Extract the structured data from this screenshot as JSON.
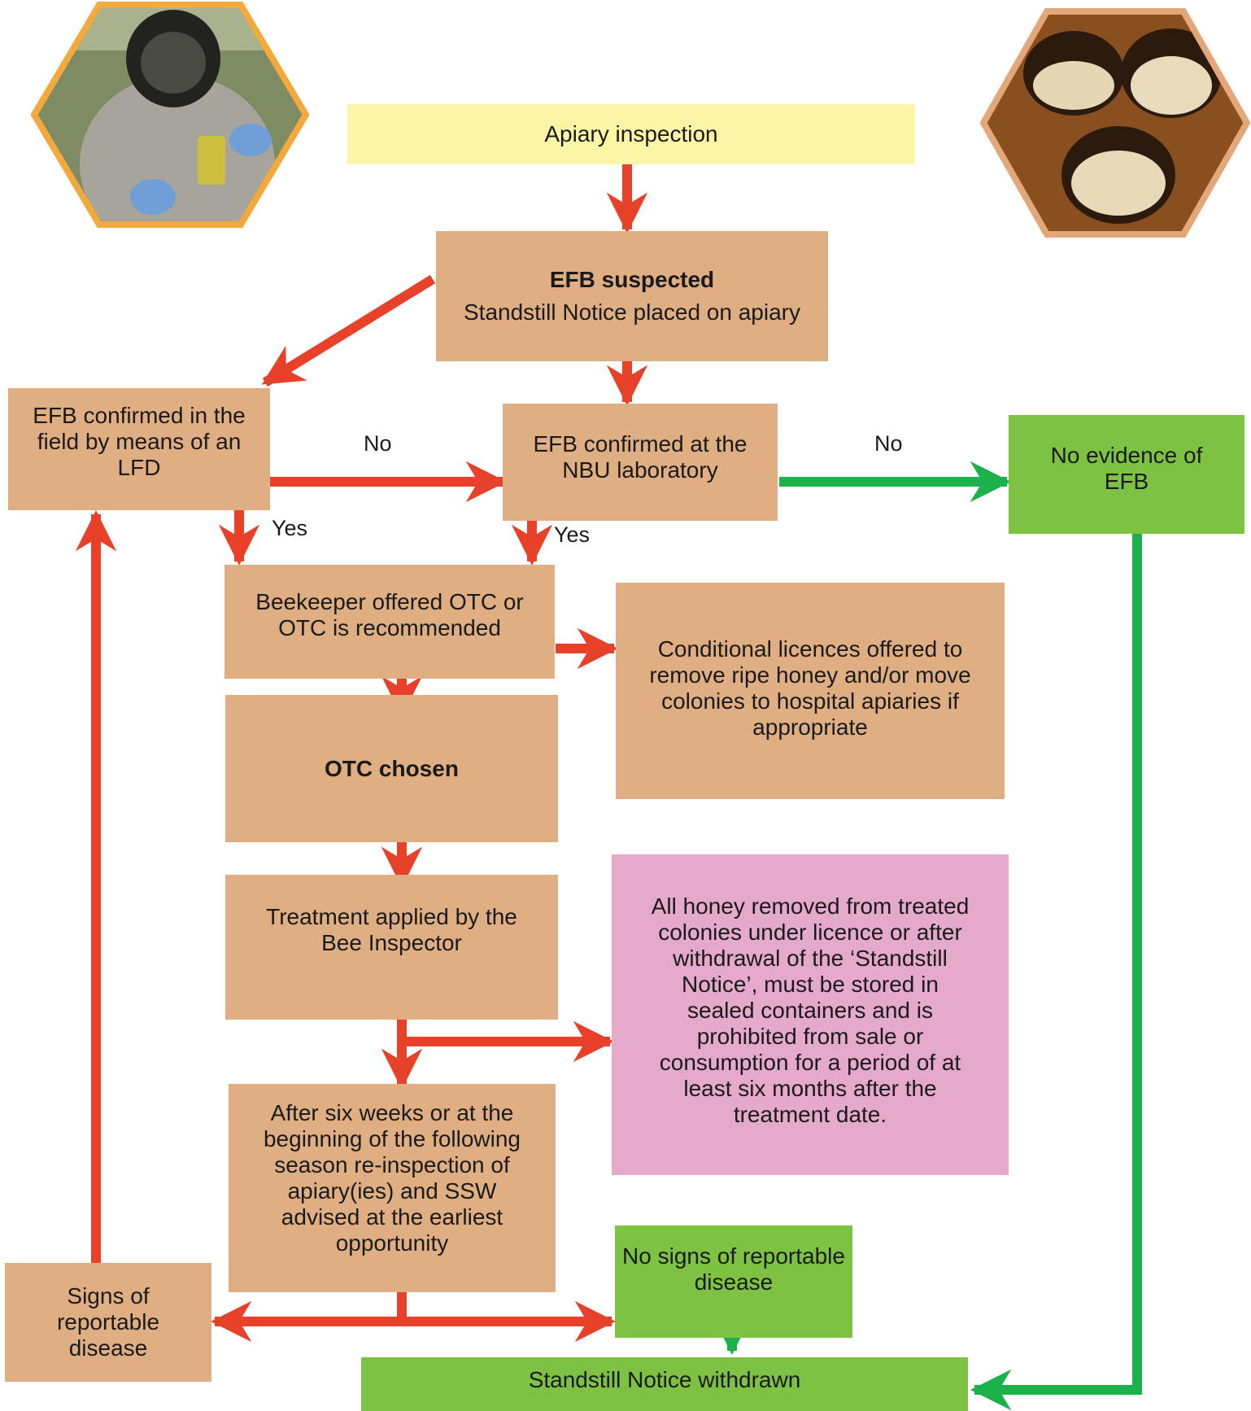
{
  "nodes": {
    "apiary_inspection": "Apiary inspection",
    "efb_suspected_title": "EFB suspected",
    "efb_suspected_sub": "Standstill Notice placed on apiary",
    "efb_field": "EFB confirmed in the field by means of an LFD",
    "efb_nbu": "EFB confirmed at the NBU laboratory",
    "no_evidence": "No evidence of EFB",
    "beekeeper_offered": "Beekeeper offered OTC or OTC is recommended",
    "conditional_licences": "Conditional licences offered to remove ripe honey and/or move colonies to hospital apiaries if appropriate",
    "otc_chosen": "OTC chosen",
    "treatment_applied": "Treatment applied by the Bee Inspector",
    "honey_removed": "All honey removed from treated colonies under licence or after withdrawal of the ‘Standstill Notice’, must be stored in sealed containers and is prohibited from sale or consumption for a period of at least six months after the treatment date.",
    "reinspection": "After six weeks or at the beginning of the following season re-inspection of apiary(ies) and SSW advised at the earliest opportunity",
    "signs_reportable": "Signs of reportable disease",
    "no_signs_reportable": "No signs of reportable disease",
    "standstill_withdrawn": "Standstill Notice withdrawn"
  },
  "edge_labels": {
    "no_1": "No",
    "no_2": "No",
    "yes_1": "Yes",
    "yes_2": "Yes"
  },
  "colors": {
    "red_arrow": "#e8412a",
    "green_arrow": "#1db14b",
    "tan": "#dfae82",
    "green_box": "#7dc242",
    "yellow_box": "#fdf5a6",
    "pink_box": "#e5a9cc"
  },
  "images": {
    "left": "beekeeper-photo",
    "right": "honeycomb-larvae-photo"
  }
}
